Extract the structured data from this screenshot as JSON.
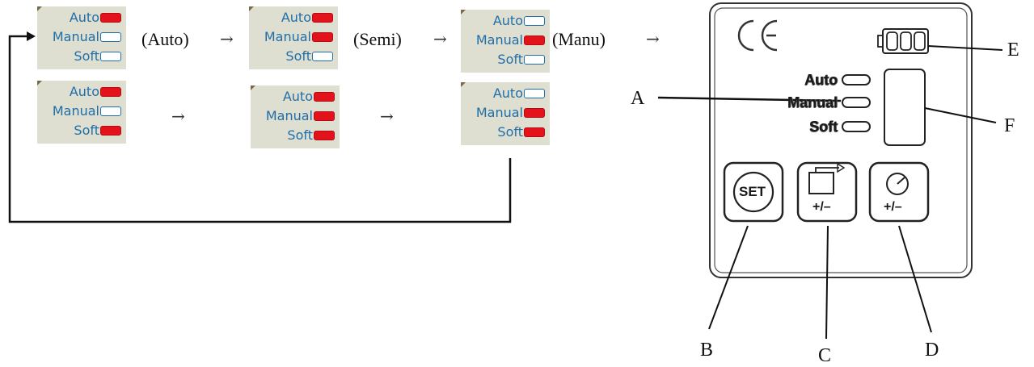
{
  "mode_labels": {
    "auto": "Auto",
    "manual": "Manual",
    "soft": "Soft"
  },
  "states": [
    {
      "auto": true,
      "manual": false,
      "soft": false
    },
    {
      "auto": true,
      "manual": true,
      "soft": false
    },
    {
      "auto": false,
      "manual": true,
      "soft": false
    },
    {
      "auto": true,
      "manual": false,
      "soft": true
    },
    {
      "auto": true,
      "manual": true,
      "soft": true
    },
    {
      "auto": false,
      "manual": true,
      "soft": true
    }
  ],
  "transitions": [
    "(Auto)",
    "(Semi)",
    "(Manu)"
  ],
  "arrow_glyph": "→",
  "device": {
    "indicators": [
      "Auto",
      "Manual",
      "Soft"
    ],
    "set_label": "SET",
    "adjust_label": "+/–",
    "callouts": [
      "A",
      "B",
      "C",
      "D",
      "E",
      "F"
    ]
  }
}
